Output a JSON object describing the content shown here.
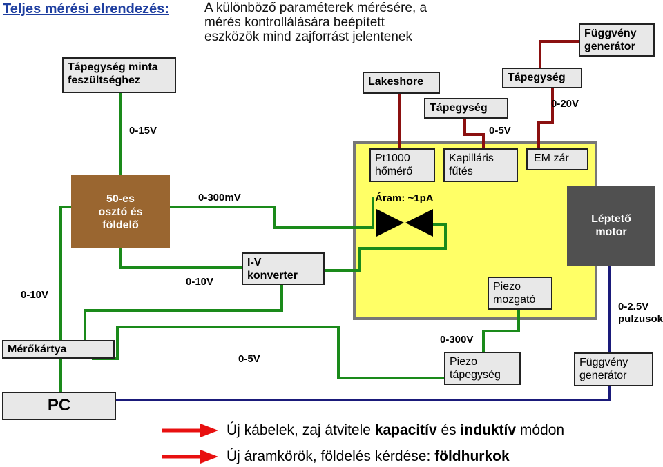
{
  "title": "Teljes mérési elrendezés:",
  "note": [
    "A különböző paraméterek mérésére, a",
    "mérés kontrollálására beépített",
    "eszközök mind zajforrást jelentenek"
  ],
  "boxes": {
    "psu_sample": [
      "Tápegység minta",
      "feszültséghez"
    ],
    "lakeshore": "Lakeshore",
    "psu_heater": "Tápegység",
    "psu_em": "Tápegység",
    "func_gen_top": [
      "Függvény",
      "generátor"
    ],
    "pt1000": [
      "Pt1000",
      "hőmérő"
    ],
    "capillary": [
      "Kapilláris",
      "fűtés"
    ],
    "em_lock": "EM zár",
    "divider": [
      "50-es",
      "osztó és",
      "földelő"
    ],
    "stepper": [
      "Léptető",
      "motor"
    ],
    "iv": [
      "I-V",
      "konverter"
    ],
    "piezo_mover": [
      "Piezo",
      "mozgató"
    ],
    "daq": "Mérőkártya",
    "piezo_psu": [
      "Piezo",
      "tápegység"
    ],
    "func_gen_bottom": [
      "Függvény",
      "generátor"
    ],
    "pc": "PC"
  },
  "labels": {
    "v15": "0-15V",
    "v5a": "0-5V",
    "v20": "0-20V",
    "mv300": "0-300mV",
    "current": "Áram: ~1pA",
    "v10a": "0-10V",
    "v10b": "0-10V",
    "v300": "0-300V",
    "v5b": "0-5V",
    "v25": "0-2.5V",
    "pulses": "pulzusok"
  },
  "legend": {
    "l1_pre": "Új kábelek, zaj átvitele ",
    "l1_b1": "kapacitív",
    "l1_mid": " és ",
    "l1_b2": "induktív",
    "l1_post": " módon",
    "l2_pre": "Új áramkörök, földelés kérdése: ",
    "l2_b": "földhurkok"
  },
  "colors": {
    "green": "#1a8a1a",
    "red": "#8b1010",
    "navy": "#1a1a7a",
    "yellow": "#ffff66",
    "brown": "#9a6630",
    "darkgray": "#505050",
    "arrow": "#e81010",
    "title": "#1f3fa0"
  }
}
